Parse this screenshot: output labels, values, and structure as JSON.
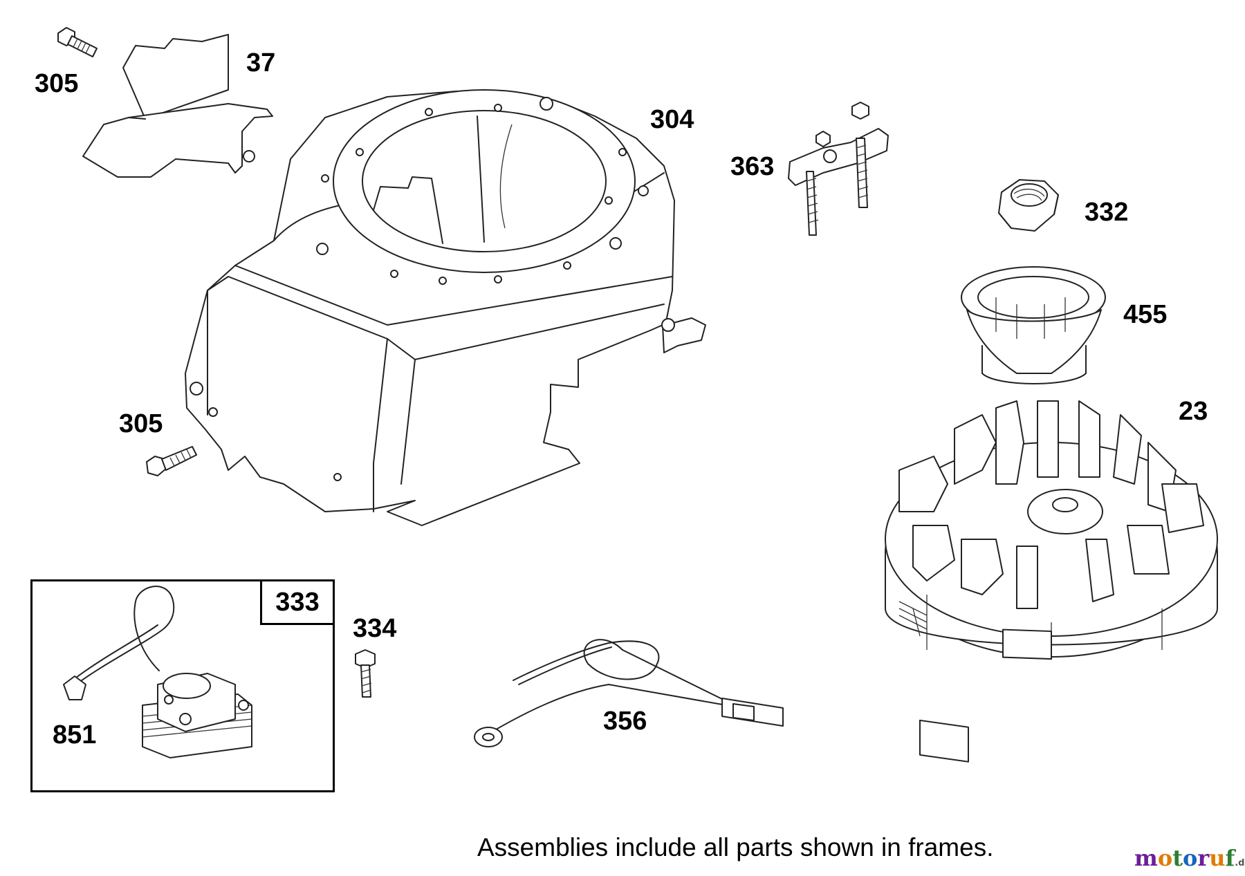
{
  "diagram": {
    "callouts": [
      {
        "id": "c305a",
        "label": "305"
      },
      {
        "id": "c37",
        "label": "37"
      },
      {
        "id": "c304",
        "label": "304"
      },
      {
        "id": "c363",
        "label": "363"
      },
      {
        "id": "c332",
        "label": "332"
      },
      {
        "id": "c455",
        "label": "455"
      },
      {
        "id": "c23",
        "label": "23"
      },
      {
        "id": "c305b",
        "label": "305"
      },
      {
        "id": "c334",
        "label": "334"
      },
      {
        "id": "c356",
        "label": "356"
      },
      {
        "id": "c851",
        "label": "851"
      }
    ],
    "assembly_frame": {
      "label": "333"
    },
    "footnote": "Assemblies include all parts shown in frames.",
    "watermark": {
      "parts": [
        "m",
        "o",
        "t",
        "o",
        "r",
        "u",
        "f"
      ],
      "suffix": ".de",
      "colors": [
        "#6a1f9a",
        "#e07b00",
        "#2e7d32",
        "#1565c0"
      ]
    }
  }
}
